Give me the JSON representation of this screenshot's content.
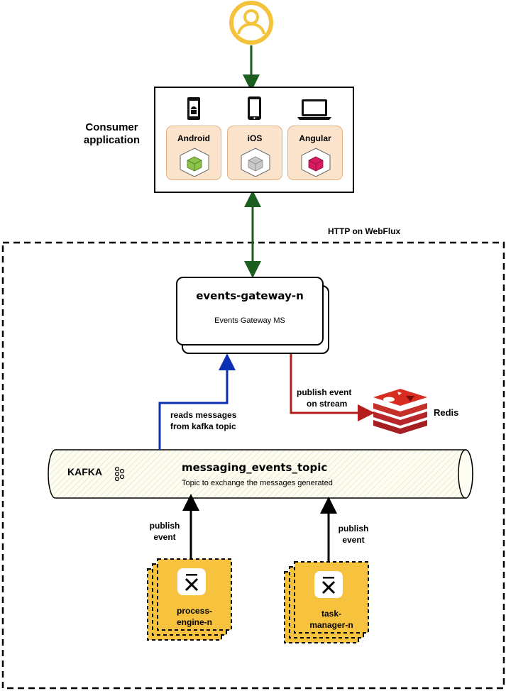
{
  "consumer": {
    "label_line1": "Consumer",
    "label_line2": "application",
    "platforms": [
      {
        "name": "Android",
        "color": "#8bc34a"
      },
      {
        "name": "iOS",
        "color": "#c8c8c8"
      },
      {
        "name": "Angular",
        "color": "#d81b60"
      }
    ]
  },
  "http_label": "HTTP on WebFlux",
  "gateway": {
    "name": "events-gateway-n",
    "description": "Events Gateway MS"
  },
  "reads_label": {
    "line1": "reads messages",
    "line2": "from kafka topic"
  },
  "publish_stream_label": {
    "line1": "publish event",
    "line2": "on stream"
  },
  "redis_label": "Redis",
  "kafka": {
    "label": "KAFKA",
    "topic_name": "messaging_events_topic",
    "topic_description": "Topic to exchange the messages generated"
  },
  "publishers": [
    {
      "edge_line1": "publish",
      "edge_line2": "event",
      "name_line1": "process-",
      "name_line2": "engine-n"
    },
    {
      "edge_line1": "publish",
      "edge_line2": "event",
      "name_line1": "task-",
      "name_line2": "manager-n"
    }
  ],
  "colors": {
    "user_icon": "#f5c33b",
    "http_arrow": "#1b5e20",
    "read_arrow": "#0d2fb5",
    "publish_arrow": "#b71c1c",
    "service_card": "#f7c23e"
  }
}
